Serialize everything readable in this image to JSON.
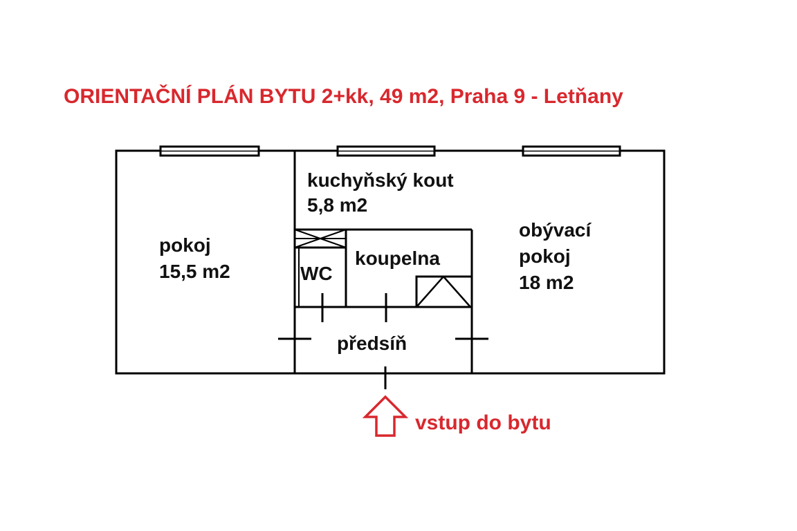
{
  "title": "ORIENTAČNÍ PLÁN BYTU 2+kk, 49 m2, Praha 9 - Letňany",
  "colors": {
    "accent": "#d8282e",
    "walls": "#000000",
    "text": "#111111"
  },
  "rooms": {
    "pokoj": {
      "name": "pokoj",
      "area": "15,5 m2"
    },
    "kitchen": {
      "name": "kuchyňský kout",
      "area": "5,8 m2"
    },
    "living": {
      "name_line1": "obývací",
      "name_line2": "pokoj",
      "area": "18 m2"
    },
    "wc": {
      "name": "WC"
    },
    "bathroom": {
      "name": "koupelna"
    },
    "hall": {
      "name": "předsíň"
    }
  },
  "entrance": {
    "label": "vstup do bytu",
    "icon": "arrow-up-icon"
  }
}
